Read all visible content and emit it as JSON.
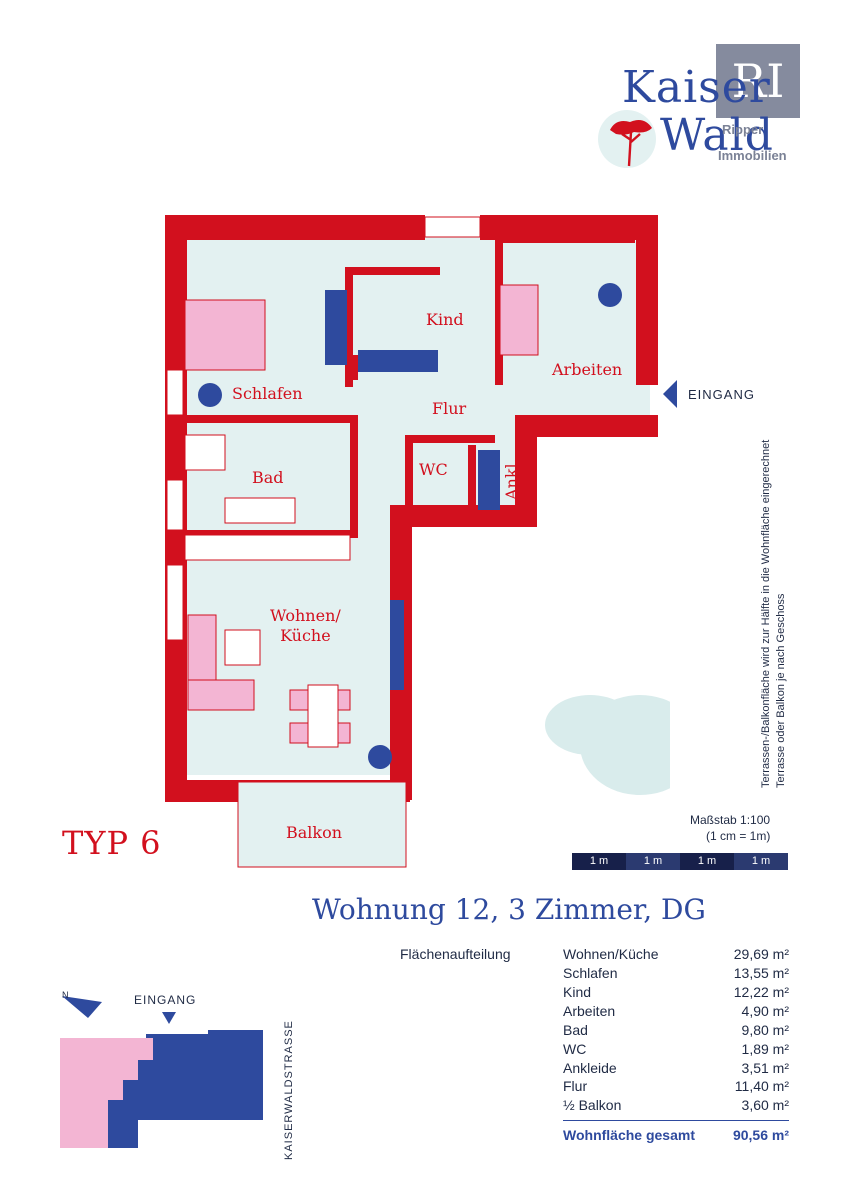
{
  "logo": {
    "line1": "Kaiser",
    "line2": "Wald",
    "ri": "RI",
    "sub1": "Ripper",
    "sub2": "Immobilien"
  },
  "plan": {
    "rooms": {
      "kind": "Kind",
      "schlafen": "Schlafen",
      "arbeiten": "Arbeiten",
      "flur": "Flur",
      "bad": "Bad",
      "wc": "WC",
      "ankl": "Ankl.",
      "wohnen_line1": "Wohnen/",
      "wohnen_line2": "Küche",
      "balkon": "Balkon"
    },
    "entrance": "EINGANG"
  },
  "side_note": {
    "line1": "Terrassen-/Balkonfläche wird zur Hälfte in die Wohnfläche eingerechnet",
    "line2": "Terrasse oder Balkon je nach Geschoss"
  },
  "scale": {
    "label": "Maßstab 1:100",
    "sub": "(1 cm = 1m)",
    "segments": [
      "1 m",
      "1 m",
      "1 m",
      "1 m"
    ]
  },
  "type_label": "TYP 6",
  "apartment_title": "Wohnung 12, 3 Zimmer, DG",
  "area_heading": "Flächenaufteilung",
  "areas": [
    {
      "name": "Wohnen/Küche",
      "value": "29,69 m²"
    },
    {
      "name": "Schlafen",
      "value": "13,55 m²"
    },
    {
      "name": "Kind",
      "value": "12,22 m²"
    },
    {
      "name": "Arbeiten",
      "value": "4,90 m²"
    },
    {
      "name": "Bad",
      "value": "9,80 m²"
    },
    {
      "name": "WC",
      "value": "1,89 m²"
    },
    {
      "name": "Ankleide",
      "value": "3,51 m²"
    },
    {
      "name": "Flur",
      "value": "11,40 m²"
    },
    {
      "name": "½ Balkon",
      "value": "3,60 m²"
    }
  ],
  "total": {
    "name": "Wohnfläche gesamt",
    "value": "90,56 m²"
  },
  "site": {
    "entrance": "EINGANG",
    "street": "KAISERWALDSTRASSE",
    "north": "N"
  },
  "colors": {
    "wall": "#d2101e",
    "floor": "#e3f1f1",
    "blue": "#2e4a9e",
    "pink": "#f3b5d3"
  }
}
